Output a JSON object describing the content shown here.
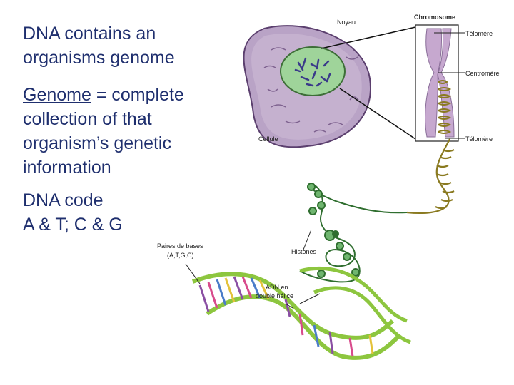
{
  "text": {
    "line1": "DNA contains an organisms genome",
    "genome_term": "Genome",
    "genome_def": " = complete collection of that organism’s genetic information",
    "code_title": "DNA code",
    "code_pairs": "A & T; C & G"
  },
  "diagram_labels": {
    "noyau": "Noyau",
    "chromosome": "Chromosome",
    "telomere_top": "Télomère",
    "centromere": "Centromère",
    "telomere_bottom": "Télomère",
    "cellule": "Cellule",
    "paires_title": "Paires de bases",
    "paires_letters": "(A,T,G,C)",
    "histones": "Histones",
    "adn_line1": "ADN en",
    "adn_line2": "double hélice"
  },
  "colors": {
    "text": "#1f2f6e",
    "cell": "#b9a3c6",
    "nucleus": "#9fd49a",
    "chromosome": "#c6a8cf",
    "dna_strand": "#8dc63f"
  }
}
